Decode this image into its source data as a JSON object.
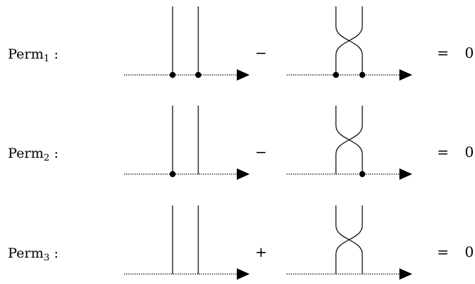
{
  "relations": [
    {
      "name": "Perm",
      "index": "1",
      "colon": ":",
      "operator": "−",
      "equals": "=",
      "rhs": "0",
      "left_term": {
        "dots": [
          "left-strand",
          "right-strand"
        ]
      },
      "right_term": {
        "dots": [
          "left-strand",
          "right-strand"
        ]
      }
    },
    {
      "name": "Perm",
      "index": "2",
      "colon": ":",
      "operator": "−",
      "equals": "=",
      "rhs": "0",
      "left_term": {
        "dots": [
          "left-strand"
        ]
      },
      "right_term": {
        "dots": [
          "right-strand"
        ]
      }
    },
    {
      "name": "Perm",
      "index": "3",
      "colon": ":",
      "operator": "+",
      "equals": "=",
      "rhs": "0",
      "left_term": {
        "dots": []
      },
      "right_term": {
        "dots": []
      }
    }
  ]
}
